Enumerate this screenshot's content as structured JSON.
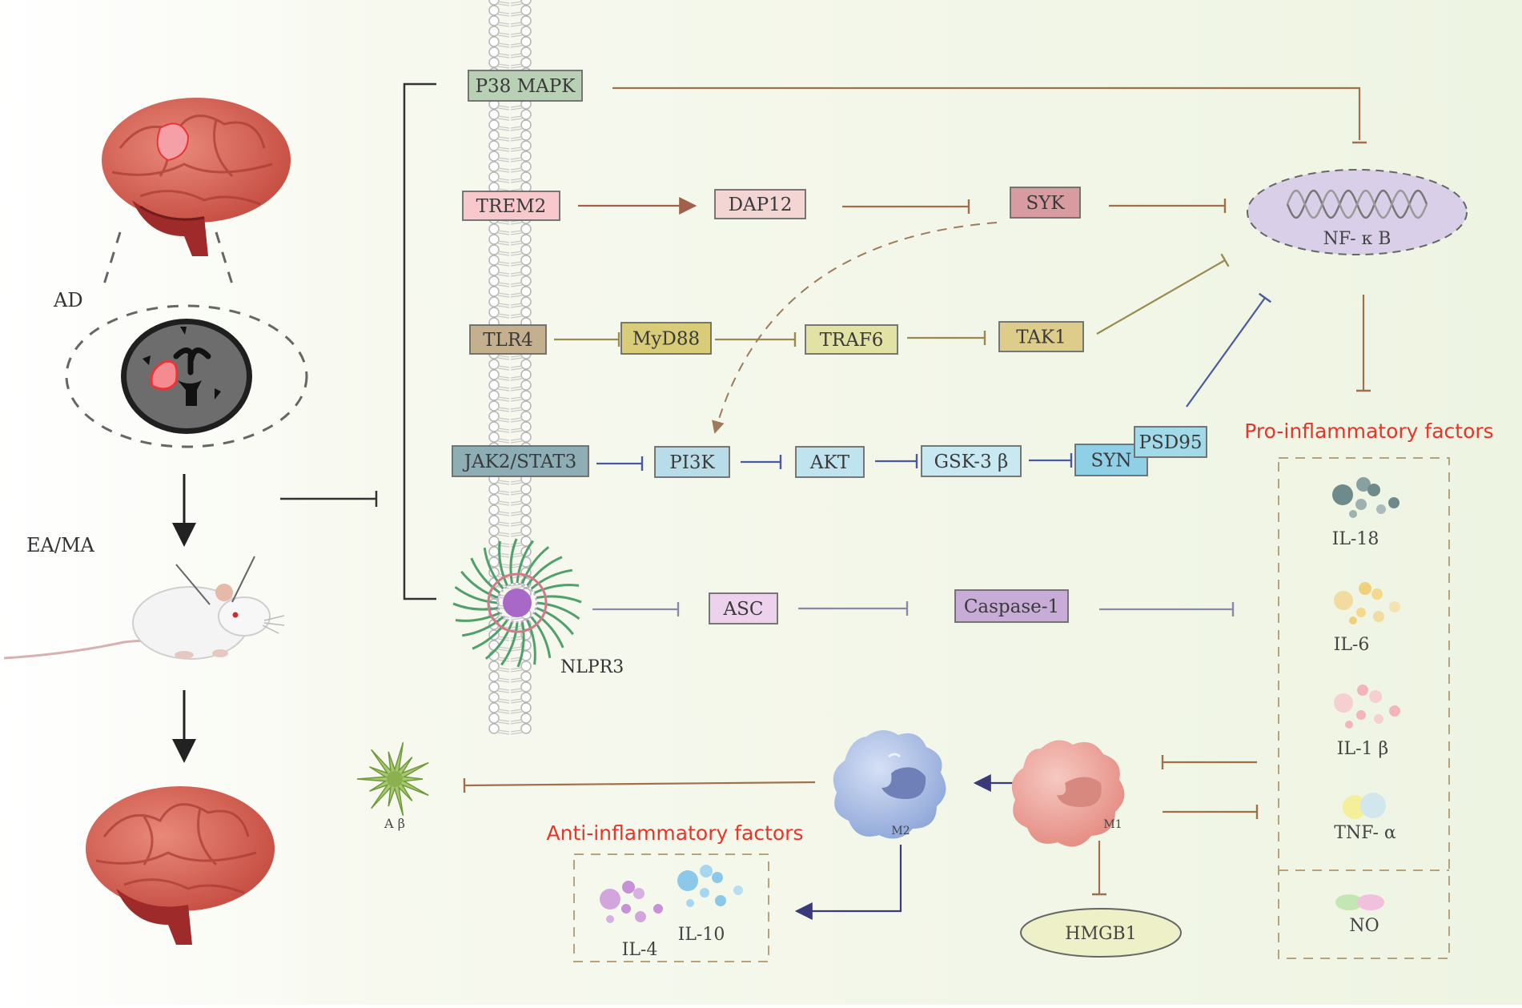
{
  "left_panel": {
    "ad_label": "AD",
    "treatment_label": "EA/MA"
  },
  "nodes": {
    "p38": "P38 MAPK",
    "trem2": "TREM2",
    "dap12": "DAP12",
    "syk": "SYK",
    "tlr4": "TLR4",
    "myd88": "MyD88",
    "traf6": "TRAF6",
    "tak1": "TAK1",
    "jak2": "JAK2/STAT3",
    "pi3k": "PI3K",
    "akt": "AKT",
    "gsk3b": "GSK-3 β",
    "syn": "SYN",
    "psd95": "PSD95",
    "asc": "ASC",
    "caspase1": "Caspase-1",
    "nlpr3": "NLPR3",
    "nfkb": "NF- κ B",
    "hmgb1": "HMGB1",
    "m1": "M1",
    "m2": "M2",
    "abeta": "A β"
  },
  "pro_inflammatory": {
    "title": "Pro-inflammatory factors",
    "items": [
      "IL-18",
      "IL-6",
      "IL-1 β",
      "TNF- α"
    ],
    "no_label": "NO"
  },
  "anti_inflammatory": {
    "title": "Anti-inflammatory factors",
    "items": [
      "IL-4",
      "IL-10"
    ]
  },
  "colors": {
    "accent_red": "#e8352a",
    "line_brown": "#a0704a",
    "line_gray": "#8a8aa8",
    "line_blue": "#4a5aa0"
  }
}
